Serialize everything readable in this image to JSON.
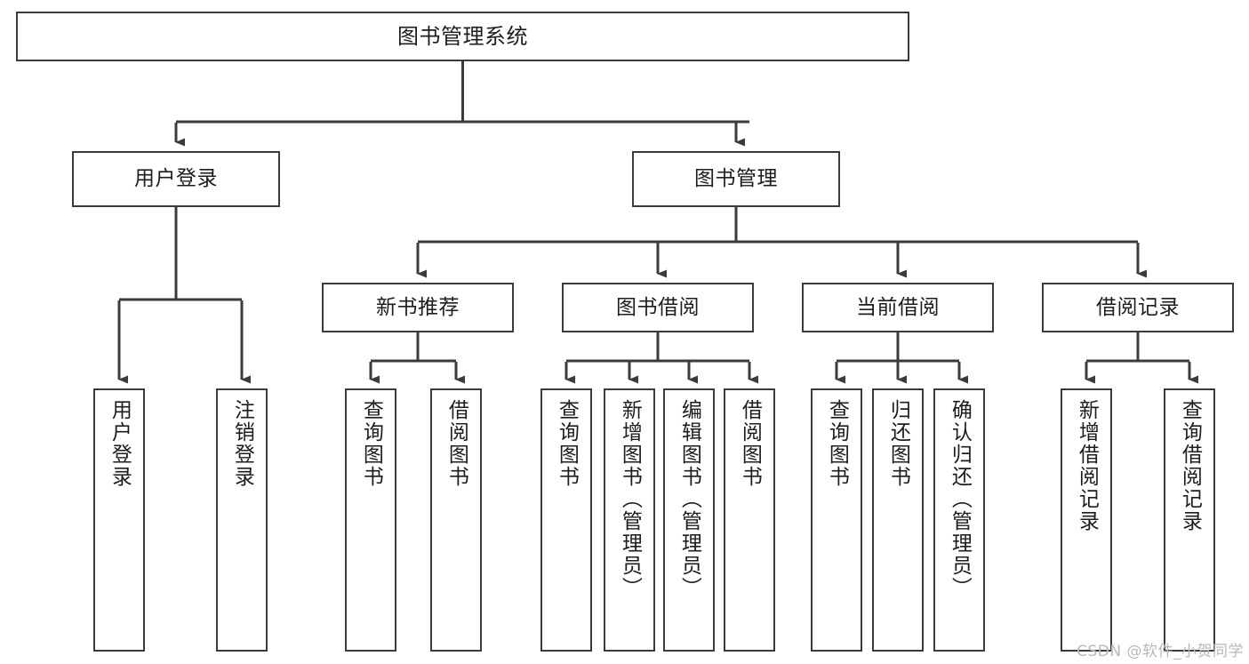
{
  "diagram": {
    "type": "tree-hierarchy",
    "title": "图书管理系统",
    "watermark": "CSDN @软件_小贺同学",
    "colors": {
      "background": "#ffffff",
      "box_border": "#3b3b3b",
      "box_fill": "#ffffff",
      "text": "#1d1d1d",
      "connector": "#3b3b3b",
      "watermark": "#b9b9b9"
    },
    "levels": {
      "root": [
        "图书管理系统"
      ],
      "level2": [
        "用户登录",
        "图书管理"
      ],
      "level3": [
        "新书推荐",
        "图书借阅",
        "当前借阅",
        "借阅记录"
      ],
      "leaves": [
        "用户登录",
        "注销登录",
        "查询图书",
        "借阅图书",
        "查询图书",
        "新增图书（管理员）",
        "编辑图书（管理员）",
        "借阅图书",
        "查询图书",
        "归还图书",
        "确认归还（管理员）",
        "新增借阅记录",
        "查询借阅记录"
      ]
    },
    "nodes": {
      "root": {
        "label": "图书管理系统"
      },
      "user_login": {
        "label": "用户登录"
      },
      "book_manage": {
        "label": "图书管理"
      },
      "new_book_rec": {
        "label": "新书推荐"
      },
      "book_borrow": {
        "label": "图书借阅"
      },
      "current_borrow": {
        "label": "当前借阅"
      },
      "borrow_record": {
        "label": "借阅记录"
      },
      "leaf_user_login": {
        "label": "用户登录"
      },
      "leaf_logout": {
        "label": "注销登录"
      },
      "leaf_query_book_1": {
        "label": "查询图书"
      },
      "leaf_borrow_book_1": {
        "label": "借阅图书"
      },
      "leaf_query_book_2": {
        "label": "查询图书"
      },
      "leaf_add_book": {
        "label": "新增图书（管理员）"
      },
      "leaf_edit_book": {
        "label": "编辑图书（管理员）"
      },
      "leaf_borrow_book_2": {
        "label": "借阅图书"
      },
      "leaf_query_book_3": {
        "label": "查询图书"
      },
      "leaf_return_book": {
        "label": "归还图书"
      },
      "leaf_confirm_return": {
        "label": "确认归还（管理员）"
      },
      "leaf_add_record": {
        "label": "新增借阅记录"
      },
      "leaf_query_record": {
        "label": "查询借阅记录"
      }
    },
    "edges": [
      {
        "from": "root",
        "to": "user_login"
      },
      {
        "from": "root",
        "to": "book_manage"
      },
      {
        "from": "user_login",
        "to": "leaf_user_login"
      },
      {
        "from": "user_login",
        "to": "leaf_logout"
      },
      {
        "from": "book_manage",
        "to": "new_book_rec"
      },
      {
        "from": "book_manage",
        "to": "book_borrow"
      },
      {
        "from": "book_manage",
        "to": "current_borrow"
      },
      {
        "from": "book_manage",
        "to": "borrow_record"
      },
      {
        "from": "new_book_rec",
        "to": "leaf_query_book_1"
      },
      {
        "from": "new_book_rec",
        "to": "leaf_borrow_book_1"
      },
      {
        "from": "book_borrow",
        "to": "leaf_query_book_2"
      },
      {
        "from": "book_borrow",
        "to": "leaf_add_book"
      },
      {
        "from": "book_borrow",
        "to": "leaf_edit_book"
      },
      {
        "from": "book_borrow",
        "to": "leaf_borrow_book_2"
      },
      {
        "from": "current_borrow",
        "to": "leaf_query_book_3"
      },
      {
        "from": "current_borrow",
        "to": "leaf_return_book"
      },
      {
        "from": "current_borrow",
        "to": "leaf_confirm_return"
      },
      {
        "from": "borrow_record",
        "to": "leaf_add_record"
      },
      {
        "from": "borrow_record",
        "to": "leaf_query_record"
      }
    ]
  }
}
